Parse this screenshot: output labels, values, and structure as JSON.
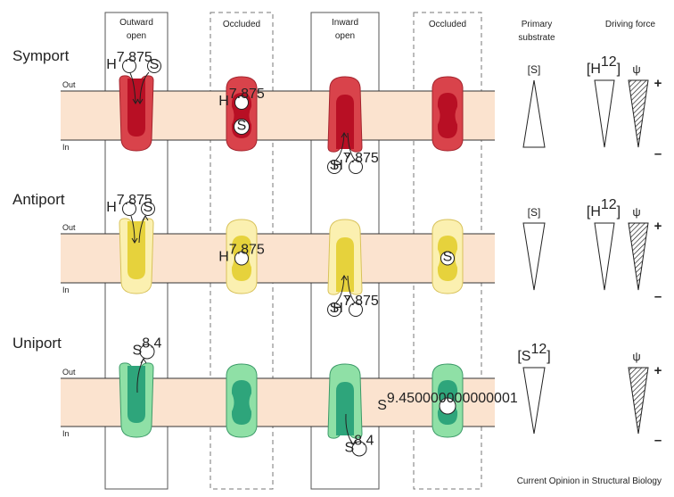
{
  "columns": {
    "outward_open": [
      "Outward",
      "open"
    ],
    "occluded_1": "Occluded",
    "inward_open": [
      "Inward",
      "open"
    ],
    "occluded_2": "Occluded",
    "primary_substrate": [
      "Primary",
      "substrate"
    ],
    "driving_force": "Driving force"
  },
  "rows": [
    {
      "title": "Symport",
      "out_label": "Out",
      "in_label": "In",
      "primary_gradient_label": "[S]",
      "proton_gradient_label": "[H",
      "proton_sup": "+",
      "psi": "ψ",
      "plus": "+",
      "minus": "–",
      "outward_substrates": [
        "H+",
        "S"
      ],
      "occluded_substrates": [
        "H+",
        "S"
      ],
      "inward_substrates": [
        "S",
        "H+"
      ],
      "colors": {
        "outer": "#d9434b",
        "inner": "#b80f24",
        "edge": "#a3242d"
      }
    },
    {
      "title": "Antiport",
      "out_label": "Out",
      "in_label": "In",
      "primary_gradient_label": "[S]",
      "proton_gradient_label": "[H",
      "proton_sup": "+",
      "psi": "ψ",
      "plus": "+",
      "minus": "–",
      "outward_substrates": [
        "H+",
        "S"
      ],
      "occluded_1_substrate": "H+",
      "inward_substrates": [
        "S",
        "H+"
      ],
      "occluded_2_substrate": "S",
      "colors": {
        "outer": "#fbf0b0",
        "inner": "#e6d23c",
        "edge": "#d8c25a"
      }
    },
    {
      "title": "Uniport",
      "out_label": "Out",
      "in_label": "In",
      "primary_gradient_label": "[S",
      "primary_sup": "−",
      "primary_close": "]",
      "psi": "ψ",
      "plus": "+",
      "minus": "–",
      "outward_substrate": "S−",
      "inward_substrate": "S−",
      "occluded_2_substrate": "S−",
      "colors": {
        "outer": "#8fe0a6",
        "inner": "#2ea57b",
        "edge": "#3c9a68"
      }
    }
  ],
  "caption": "Current Opinion in Structural Biology",
  "membrane_color": "#fbe3cf"
}
